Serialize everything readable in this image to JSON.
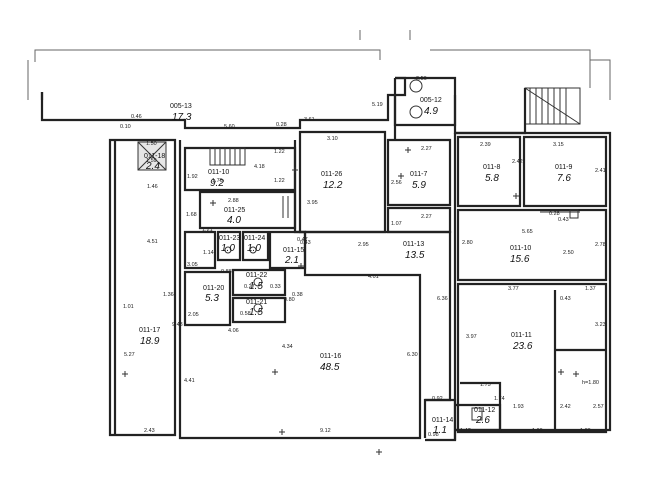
{
  "rooms": [
    {
      "id": "005-13",
      "area": "17.3"
    },
    {
      "id": "005-12",
      "area": "4.9"
    },
    {
      "id": "011-18",
      "area": "2.4"
    },
    {
      "id": "011-10",
      "area": "9.2"
    },
    {
      "id": "011-26",
      "area": "12.2"
    },
    {
      "id": "011-7",
      "area": "5.9"
    },
    {
      "id": "011-8",
      "area": "5.8"
    },
    {
      "id": "011-9",
      "area": "7.6"
    },
    {
      "id": "011-25",
      "area": "4.0"
    },
    {
      "id": "011-23",
      "area": "1.0"
    },
    {
      "id": "011-24",
      "area": "1.0"
    },
    {
      "id": "011-15",
      "area": "2.1"
    },
    {
      "id": "011-13",
      "area": "13.5"
    },
    {
      "id": "011-10",
      "area": "15.6"
    },
    {
      "id": "011-22",
      "area": "1.5"
    },
    {
      "id": "011-20",
      "area": "5.3"
    },
    {
      "id": "011-21",
      "area": "1.5"
    },
    {
      "id": "011-17",
      "area": "18.9"
    },
    {
      "id": "011-16",
      "area": "48.5"
    },
    {
      "id": "011-11",
      "area": "23.6"
    },
    {
      "id": "011-12",
      "area": "2.6"
    },
    {
      "id": "011-14",
      "area": "1.1"
    }
  ],
  "dimensions": [
    "2.56",
    "0.10",
    "0.46",
    "5.60",
    "0.28",
    "3.61",
    "5.19",
    "2.39",
    "3.15",
    "1.50",
    "3.10",
    "2.27",
    "2.42",
    "1.59",
    "4.18",
    "1.22",
    "2.56",
    "2.41",
    "1.46",
    "1.92",
    "1.76",
    "1.22",
    "3.95",
    "2.27",
    "2.88",
    "1.07",
    "0.28",
    "0.43",
    "5.65",
    "1.68",
    "1.21",
    "2.95",
    "2.80",
    "2.78",
    "4.51",
    "3.05",
    "1.14",
    "0.43",
    "2.50",
    "0.88",
    "4.01",
    "1.36",
    "0.38",
    "3.77",
    "1.37",
    "1.01",
    "9.43",
    "2.05",
    "6.36",
    "0.43",
    "4.06",
    "3.23",
    "5.27",
    "3.97",
    "4.34",
    "6.30",
    "1.75",
    "h=1.80",
    "4.41",
    "0.92",
    "1.74",
    "2.42",
    "2.57",
    "1.93",
    "2.43",
    "9.12",
    "1.47",
    "1.99",
    "1.80",
    "0.80",
    "0.27",
    "0.33",
    "0.47",
    "0.58",
    "0.98"
  ]
}
